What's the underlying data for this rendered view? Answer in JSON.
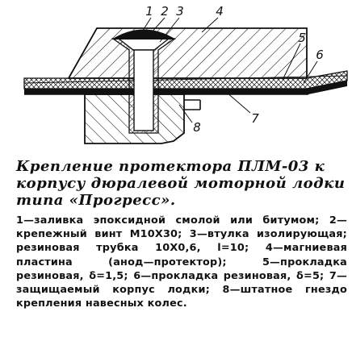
{
  "diagram": {
    "callouts": [
      "1",
      "2",
      "3",
      "4",
      "5",
      "6",
      "7",
      "8"
    ]
  },
  "caption": "Крепление протектора ПЛМ-03 к корпусу дюралевой моторной лодки типа «Прогресс».",
  "legend": "1—заливка эпоксидной смолой или битумом; 2—крепежный винт М10Х30; 3—втулка изолирующая; резиновая трубка 10Х0,6, l=10; 4—магниевая пластина (анод—протектор); 5—прокладка резиновая, δ=1,5; 6—прокладка резиновая, δ=5; 7—защищаемый корпус лодки; 8—штатное гнездо крепления навесных колес."
}
